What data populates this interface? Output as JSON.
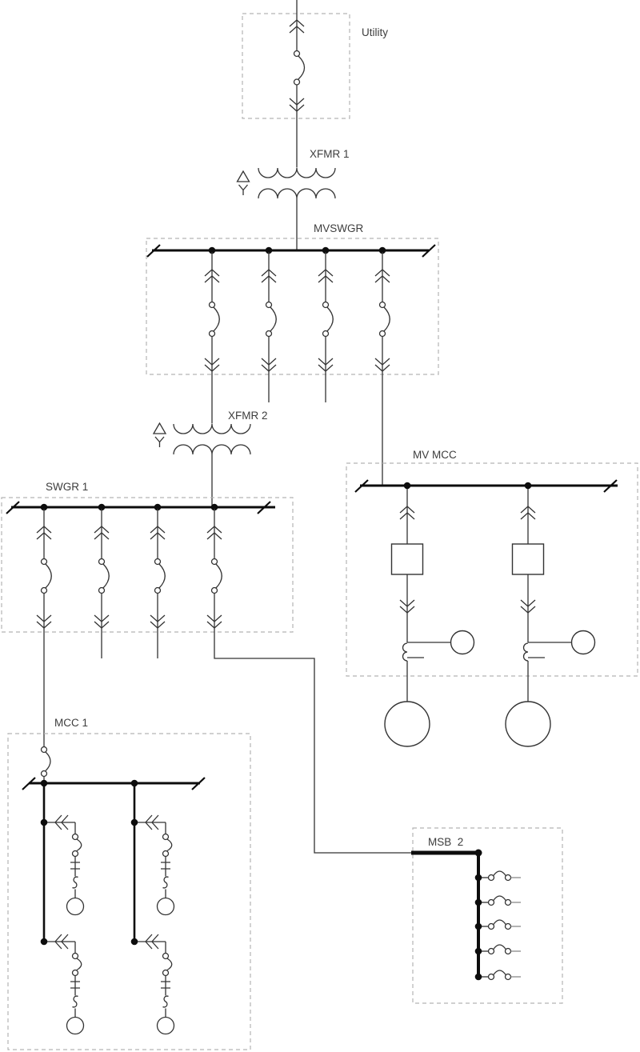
{
  "diagram": {
    "type": "electrical-one-line-diagram",
    "labels": {
      "utility": "Utility",
      "xfmr1": "XFMR 1",
      "mvswgr": "MVSWGR",
      "xfmr2": "XFMR 2",
      "mv_mcc": "MV MCC",
      "swgr1": "SWGR 1",
      "mcc1": "MCC 1",
      "msb2": "MSB  2"
    },
    "colors": {
      "background": "#ffffff",
      "line": "#333333",
      "bus": "#0d0d0d",
      "box_border": "#b5b5b5",
      "text": "#3d3d3d",
      "branch_tail": "#8a8a8a"
    },
    "symbols": {
      "utility_breaker": "drawout-breaker-icon",
      "transformer": "two-winding-transformer-icon",
      "winding_marks": "delta-wye-icon",
      "switchgear_feeder": "drawout-breaker-with-arrows-icon",
      "mv_mcc_feeder": "contactor-starter-with-meter-and-motor-icon",
      "mcc_branch": "breaker-contact-overload-motor-icon",
      "msb_branch": "panel-breaker-icon",
      "motor": "motor-circle-icon",
      "bus_end": "busbar-end-slash-icon"
    }
  }
}
